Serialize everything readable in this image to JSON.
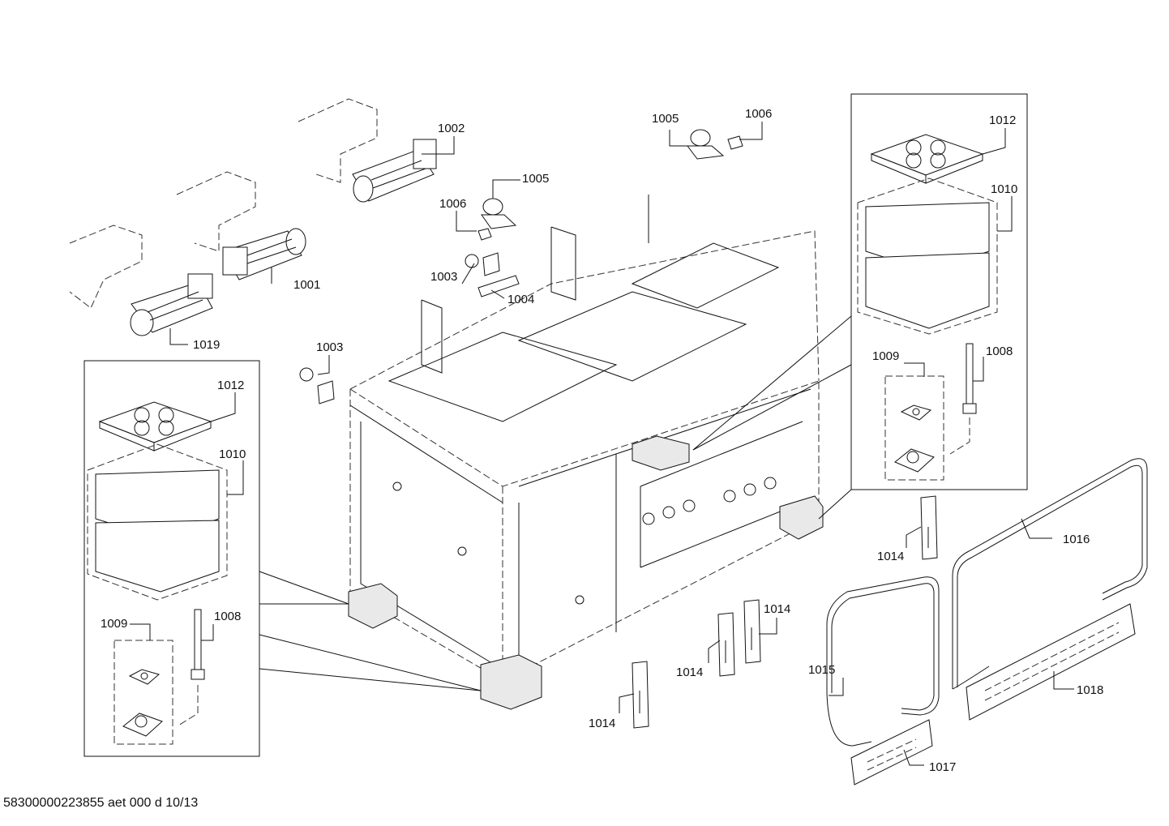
{
  "diagram": {
    "callouts": {
      "c1001": "1001",
      "c1002": "1002",
      "c1003a": "1003",
      "c1003b": "1003",
      "c1004": "1004",
      "c1005a": "1005",
      "c1005b": "1005",
      "c1006a": "1006",
      "c1006b": "1006",
      "c1008a": "1008",
      "c1008b": "1008",
      "c1009a": "1009",
      "c1009b": "1009",
      "c1010a": "1010",
      "c1010b": "1010",
      "c1012a": "1012",
      "c1012b": "1012",
      "c1014a": "1014",
      "c1014b": "1014",
      "c1014c": "1014",
      "c1014d": "1014",
      "c1015": "1015",
      "c1016": "1016",
      "c1017": "1017",
      "c1018": "1018",
      "c1019": "1019"
    }
  },
  "footer": {
    "doc_id": "58300000223855 aet 000 d 10/13"
  },
  "colors": {
    "line": "#111111",
    "background": "#ffffff"
  }
}
